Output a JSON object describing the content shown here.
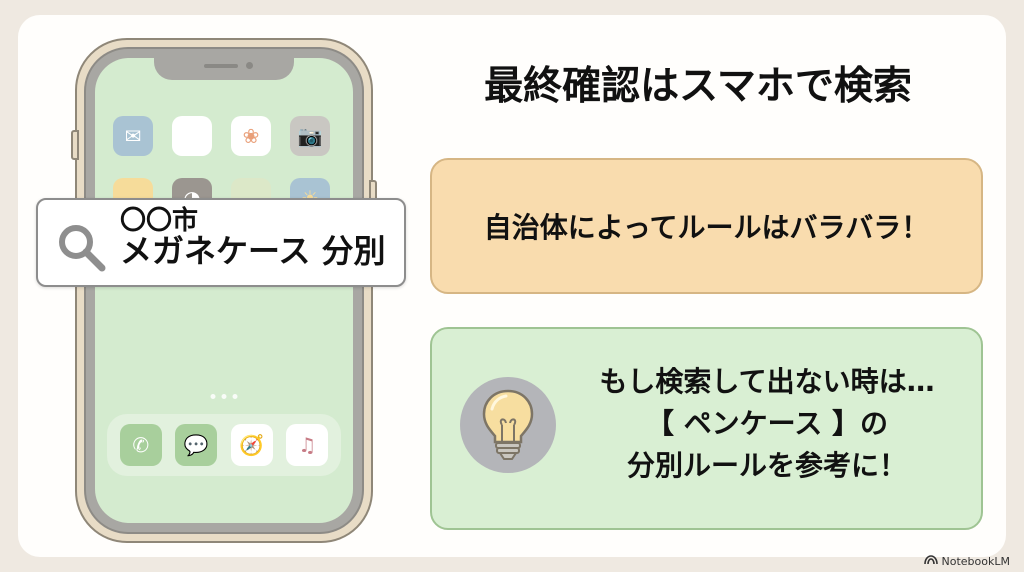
{
  "phone": {
    "home_row1": [
      {
        "name": "mail",
        "glyph": "✉",
        "bg": "#a9c3d3",
        "fg": "#ffffff"
      },
      {
        "name": "blank",
        "glyph": "",
        "bg": "#ffffff",
        "fg": "#ffffff"
      },
      {
        "name": "photos",
        "glyph": "❀",
        "bg": "#ffffff",
        "fg": "#e9a07a"
      },
      {
        "name": "camera",
        "glyph": "📷",
        "bg": "#c9c7c2",
        "fg": "#7d7a75"
      }
    ],
    "home_row2": [
      {
        "name": "notes",
        "glyph": "",
        "bg": "#f6dc9a",
        "fg": "#ffffff"
      },
      {
        "name": "clock",
        "glyph": "◔",
        "bg": "#9b9690",
        "fg": "#ffffff"
      },
      {
        "name": "maps",
        "glyph": "",
        "bg": "#dce8c8",
        "fg": "#7fa0c0"
      },
      {
        "name": "weather",
        "glyph": "☀",
        "bg": "#a9c3d3",
        "fg": "#f6dc9a"
      }
    ],
    "dock": [
      {
        "name": "phone",
        "glyph": "✆",
        "bg": "#a8cf9c",
        "fg": "#ffffff"
      },
      {
        "name": "messages",
        "glyph": "💬",
        "bg": "#a8cf9c",
        "fg": "#ffffff"
      },
      {
        "name": "safari",
        "glyph": "🧭",
        "bg": "#ffffff",
        "fg": "#9fbdd0"
      },
      {
        "name": "music",
        "glyph": "♫",
        "bg": "#ffffff",
        "fg": "#c77c86"
      }
    ]
  },
  "search": {
    "line1": "〇〇市",
    "line2": "メガネケース 分別"
  },
  "title": "最終確認はスマホで検索",
  "notice_box": {
    "text": "自治体によってルールはバラバラ！"
  },
  "tip_box": {
    "line1": "もし検索して出ない時は…",
    "line2": "【 ペンケース 】の",
    "line3": "分別ルールを参考に！"
  },
  "brand": {
    "label": "NotebookLM"
  }
}
